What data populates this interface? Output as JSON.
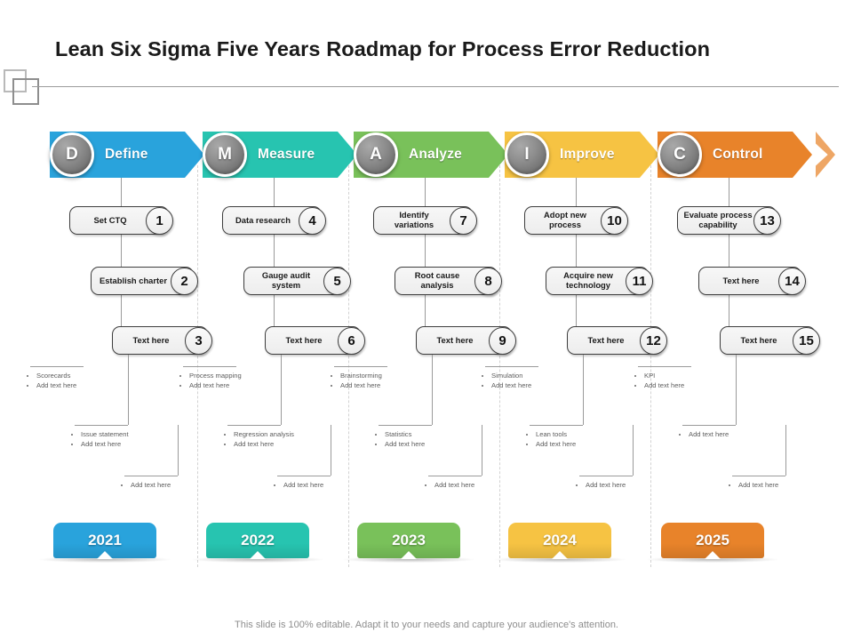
{
  "title": "Lean Six Sigma Five Years Roadmap for Process Error Reduction",
  "footer": "This slide is 100% editable. Adapt it to your needs and capture your audience's attention.",
  "colors": {
    "define": "#29A3DC",
    "measure": "#27C4B0",
    "analyze": "#79C15A",
    "improve": "#F6C343",
    "control": "#E8832A",
    "disc": "#7A7A7A",
    "box_border": "#3D3D3D",
    "note_text": "#5D5D5D"
  },
  "phases": [
    {
      "letter": "D",
      "label": "Define",
      "color_key": "define"
    },
    {
      "letter": "M",
      "label": "Measure",
      "color_key": "measure"
    },
    {
      "letter": "A",
      "label": "Analyze",
      "color_key": "analyze"
    },
    {
      "letter": "I",
      "label": "Improve",
      "color_key": "improve"
    },
    {
      "letter": "C",
      "label": "Control",
      "color_key": "control"
    }
  ],
  "columns": [
    {
      "year": "2021",
      "steps": [
        {
          "num": "1",
          "text": "Set CTQ"
        },
        {
          "num": "2",
          "text": "Establish charter"
        },
        {
          "num": "3",
          "text": "Text here"
        }
      ],
      "notes": [
        [
          "Scorecards",
          "Add text here"
        ],
        [
          "Issue statement",
          "Add text here"
        ],
        [
          "Add text here"
        ]
      ]
    },
    {
      "year": "2022",
      "steps": [
        {
          "num": "4",
          "text": "Data research"
        },
        {
          "num": "5",
          "text": "Gauge audit system"
        },
        {
          "num": "6",
          "text": "Text here"
        }
      ],
      "notes": [
        [
          "Process mapping",
          "Add text here"
        ],
        [
          "Regression analysis",
          "Add text here"
        ],
        [
          "Add text here"
        ]
      ]
    },
    {
      "year": "2023",
      "steps": [
        {
          "num": "7",
          "text": "Identify variations"
        },
        {
          "num": "8",
          "text": "Root cause analysis"
        },
        {
          "num": "9",
          "text": "Text here"
        }
      ],
      "notes": [
        [
          "Brainstorming",
          "Add text here"
        ],
        [
          "Statistics",
          "Add text here"
        ],
        [
          "Add text here"
        ]
      ]
    },
    {
      "year": "2024",
      "steps": [
        {
          "num": "10",
          "text": "Adopt new process"
        },
        {
          "num": "11",
          "text": "Acquire new technology"
        },
        {
          "num": "12",
          "text": "Text here"
        }
      ],
      "notes": [
        [
          "Simulation",
          "Add text here"
        ],
        [
          "Lean tools",
          "Add text here"
        ],
        [
          "Add text here"
        ]
      ]
    },
    {
      "year": "2025",
      "steps": [
        {
          "num": "13",
          "text": "Evaluate process capability"
        },
        {
          "num": "14",
          "text": "Text here"
        },
        {
          "num": "15",
          "text": "Text here"
        }
      ],
      "notes": [
        [
          "KPI",
          "Add text here"
        ],
        [
          "Add text here"
        ],
        [
          "Add text here"
        ]
      ]
    }
  ]
}
